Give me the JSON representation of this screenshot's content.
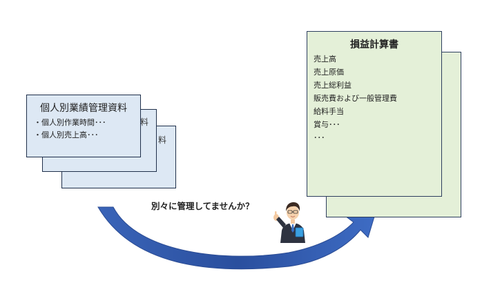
{
  "personal_docs": {
    "title": "個人別業績管理資料",
    "items": [
      "・個人別作業時間･･･",
      "・個人別売上高･･･"
    ],
    "back_fragment_1": "料",
    "back_fragment_2": "料"
  },
  "pl": {
    "title": "損益計算書",
    "items": [
      "売上高",
      "売上原価",
      "売上総利益",
      "販売費および一般管理費",
      "給料手当",
      "賞与･･･",
      "･･･"
    ]
  },
  "question": "別々に管理してませんか？",
  "colors": {
    "blue_card": "#dde8f4",
    "green_card": "#e4f0d8",
    "arrow": "#2f56a8",
    "border": "#1f2f4a"
  },
  "icons": {
    "arrow": "curved-arrow-icon",
    "person": "businessman-icon"
  }
}
